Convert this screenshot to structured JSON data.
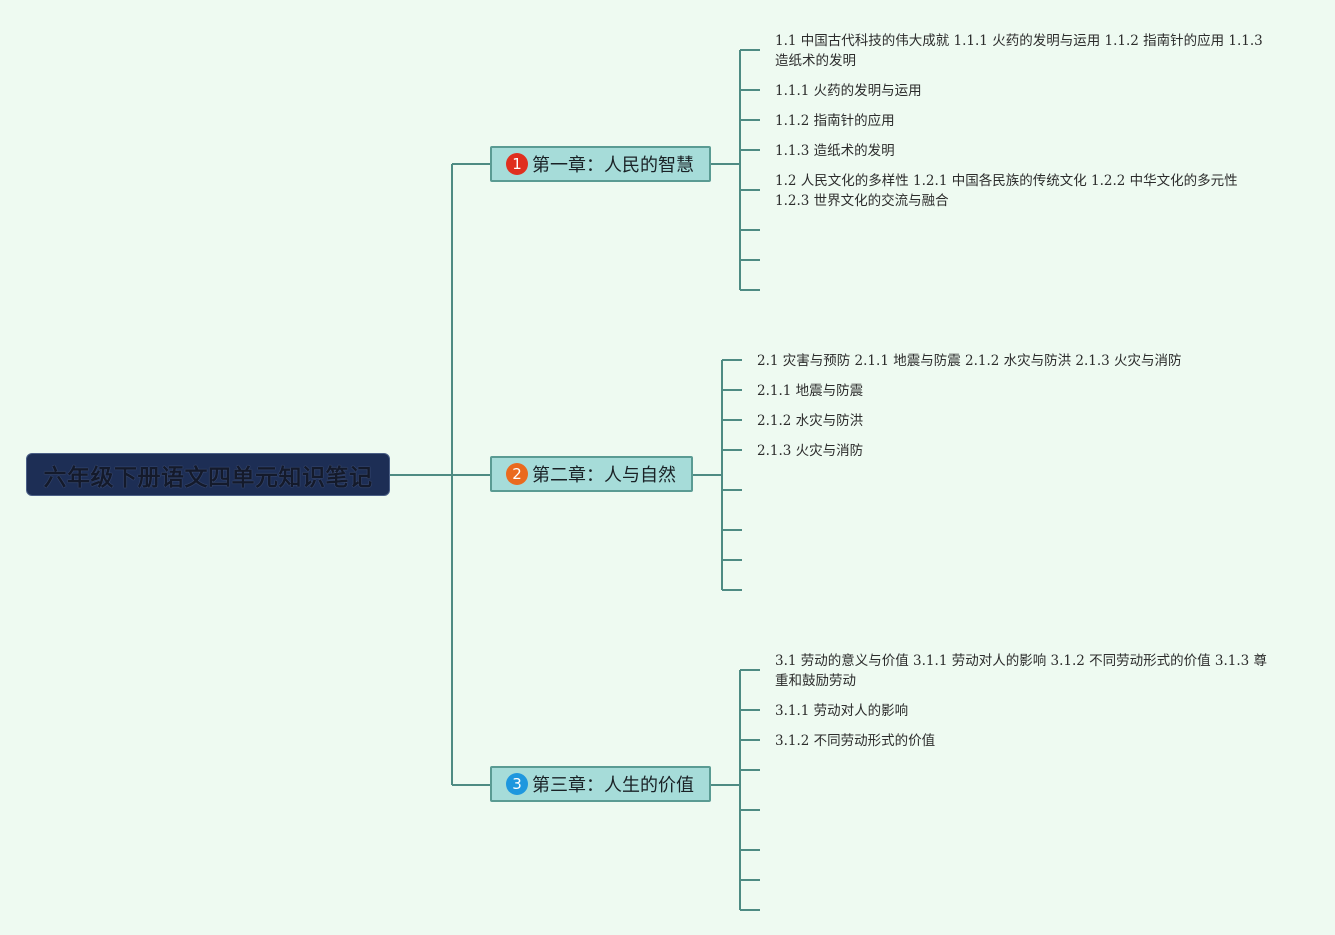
{
  "root": {
    "title": "六年级下册语文四单元知识笔记"
  },
  "colors": {
    "background": "#eefaf1",
    "line": "#4e8b83",
    "root_fill": "#1d2e55",
    "chapter_fill": "#a6dcd9"
  },
  "chapters": [
    {
      "number": "1",
      "label": "第一章：人民的智慧",
      "badge_color": "#e02f1f",
      "leaves": [
        "1.1 中国古代科技的伟大成就 1.1.1 火药的发明与运用 1.1.2 指南针的应用 1.1.3 造纸术的发明",
        "1.1.1 火药的发明与运用",
        "1.1.2 指南针的应用",
        "1.1.3 造纸术的发明",
        "1.2 人民文化的多样性 1.2.1 中国各民族的传统文化 1.2.2 中华文化的多元性 1.2.3 世界文化的交流与融合",
        "",
        "",
        ""
      ]
    },
    {
      "number": "2",
      "label": "第二章：人与自然",
      "badge_color": "#ea6a1e",
      "leaves": [
        "2.1 灾害与预防 2.1.1 地震与防震 2.1.2 水灾与防洪 2.1.3 火灾与消防",
        "2.1.1 地震与防震",
        "2.1.2 水灾与防洪",
        "2.1.3 火灾与消防",
        "",
        "",
        "",
        ""
      ]
    },
    {
      "number": "3",
      "label": "第三章：人生的价值",
      "badge_color": "#1e97de",
      "leaves": [
        "3.1 劳动的意义与价值 3.1.1 劳动对人的影响 3.1.2 不同劳动形式的价值 3.1.3 尊重和鼓励劳动",
        "3.1.1 劳动对人的影响",
        "3.1.2 不同劳动形式的价值",
        "",
        "",
        "",
        "",
        ""
      ]
    }
  ]
}
